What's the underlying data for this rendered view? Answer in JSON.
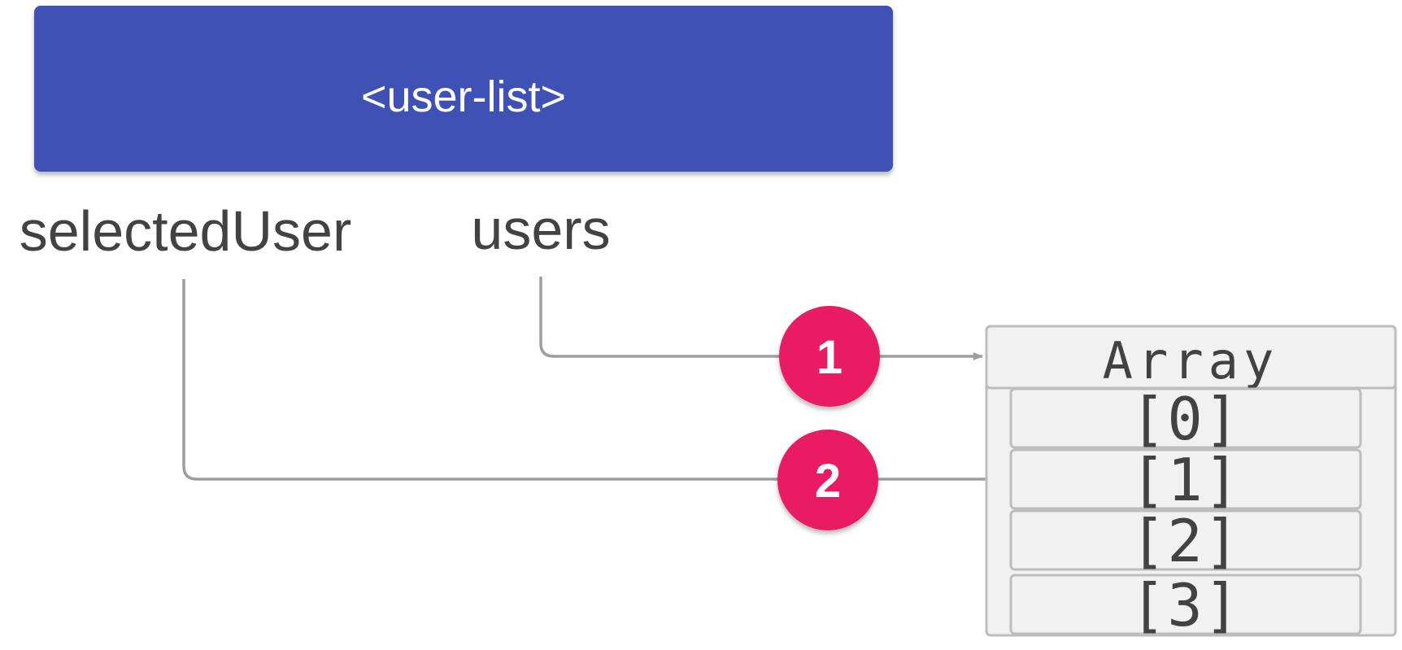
{
  "component": {
    "title": "<user-list>",
    "color": "#3F51B5"
  },
  "properties": {
    "selected_user": "selectedUser",
    "users": "users"
  },
  "badges": [
    {
      "number": "1",
      "color": "#E91E63"
    },
    {
      "number": "2",
      "color": "#E91E63"
    }
  ],
  "array": {
    "title": "Array",
    "cells": [
      "[0]",
      "[1]",
      "[2]",
      "[3]"
    ]
  },
  "colors": {
    "connector": "#9E9E9E",
    "array_fill": "#F1F1F1",
    "array_border": "#BDBDBD",
    "text": "#424242"
  }
}
